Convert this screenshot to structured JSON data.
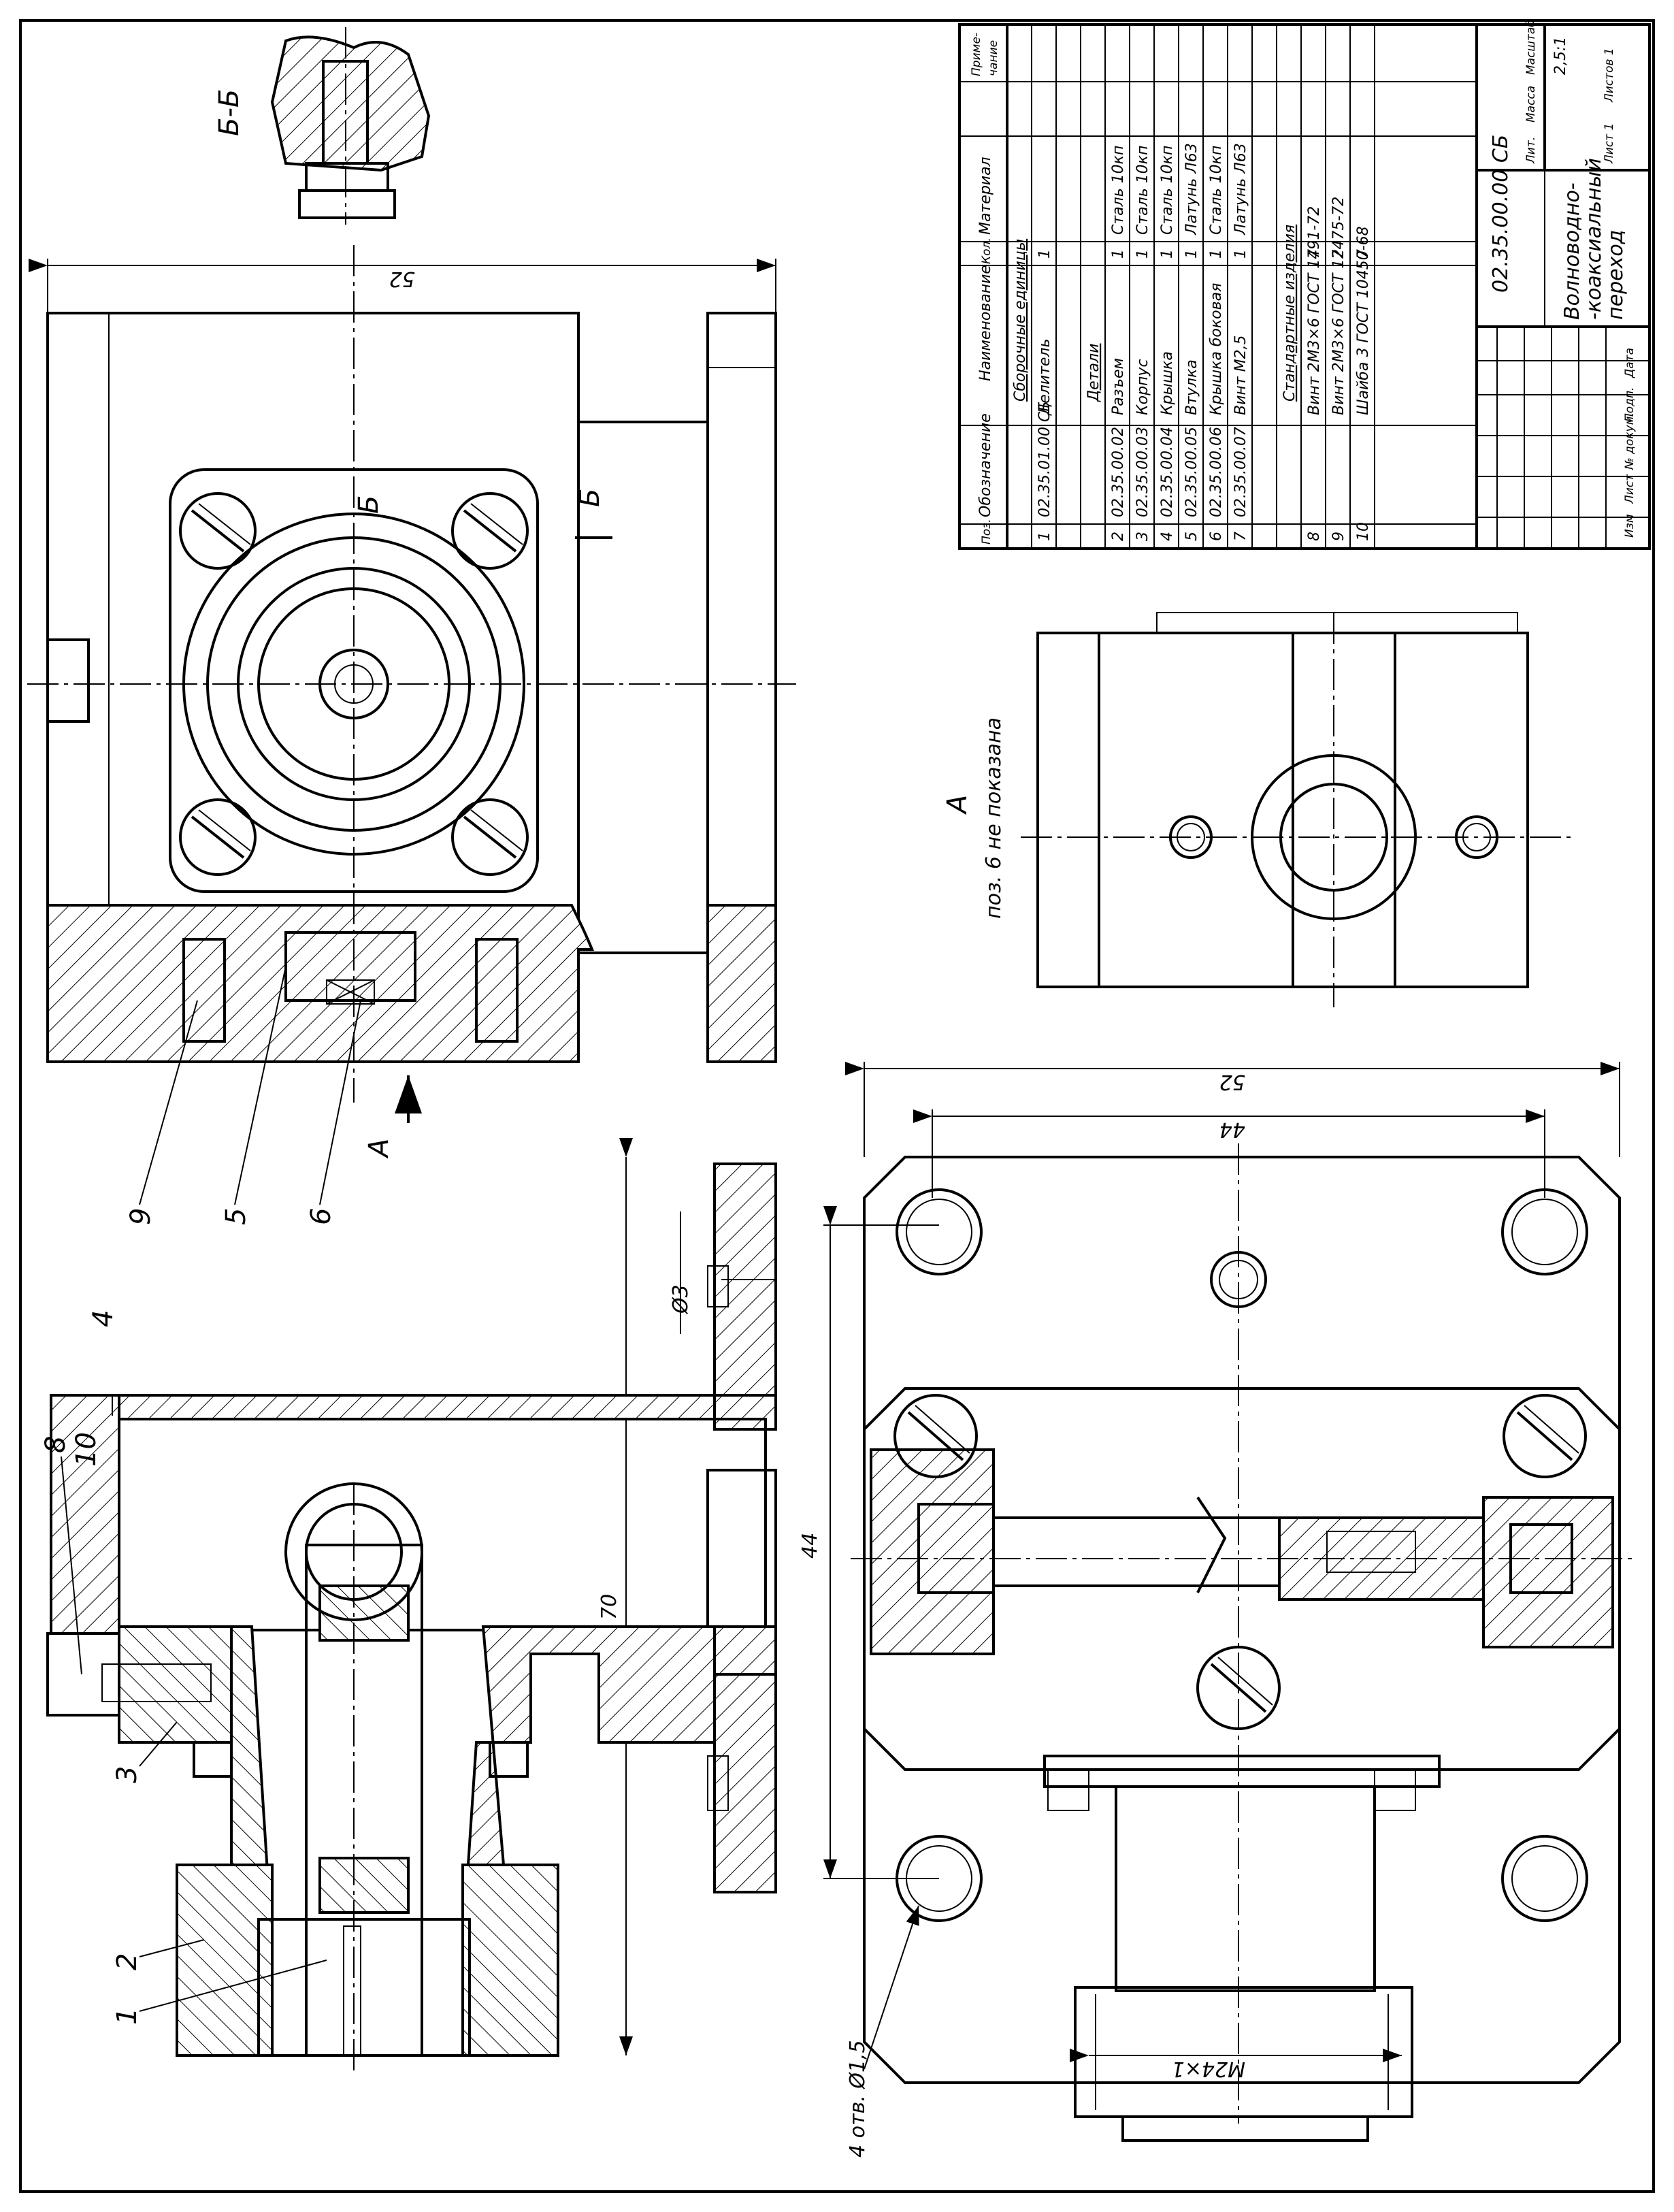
{
  "views": {
    "section_bb": "Б-Б",
    "section_mark": "Б",
    "view_a_title": "А",
    "view_a_note": "поз. 6 не показана",
    "view_arrow": "А"
  },
  "dimensions": {
    "top_width": "52",
    "bottom_width": "52",
    "bottom_inner": "44",
    "vertical_44": "44",
    "height_70": "70",
    "hole_d3": "Ø3",
    "holes_note": "4 отв. Ø1,5",
    "thread": "M24×1"
  },
  "leaders": [
    "1",
    "2",
    "3",
    "4",
    "5",
    "6",
    "8",
    "9",
    "10"
  ],
  "spec": {
    "header": {
      "pos": "Поз.",
      "designation": "Обозначение",
      "name": "Наименование",
      "qty": "Кол.",
      "material": "Материал",
      "note": "Приме-\nчание"
    },
    "rows": [
      {
        "pos": "",
        "designation": "",
        "name": "Сборочные единицы",
        "qty": "",
        "material": "",
        "heading": true
      },
      {
        "pos": "1",
        "designation": "02.35.01.00 СБ",
        "name": "Делитель",
        "qty": "1",
        "material": ""
      },
      {
        "pos": "",
        "designation": "",
        "name": "",
        "qty": "",
        "material": ""
      },
      {
        "pos": "",
        "designation": "",
        "name": "Детали",
        "qty": "",
        "material": "",
        "heading": true
      },
      {
        "pos": "2",
        "designation": "02.35.00.02",
        "name": "Разъем",
        "qty": "1",
        "material": "Сталь 10кп"
      },
      {
        "pos": "3",
        "designation": "02.35.00.03",
        "name": "Корпус",
        "qty": "1",
        "material": "Сталь 10кп"
      },
      {
        "pos": "4",
        "designation": "02.35.00.04",
        "name": "Крышка",
        "qty": "1",
        "material": "Сталь 10кп"
      },
      {
        "pos": "5",
        "designation": "02.35.00.05",
        "name": "Втулка",
        "qty": "1",
        "material": "Латунь Л63"
      },
      {
        "pos": "6",
        "designation": "02.35.00.06",
        "name": "Крышка боковая",
        "qty": "1",
        "material": "Сталь 10кп"
      },
      {
        "pos": "7",
        "designation": "02.35.00.07",
        "name": "Винт М2,5",
        "qty": "1",
        "material": "Латунь Л63"
      },
      {
        "pos": "",
        "designation": "",
        "name": "",
        "qty": "",
        "material": ""
      },
      {
        "pos": "",
        "designation": "",
        "name": "Стандартные изделия",
        "qty": "",
        "material": "",
        "heading": true
      },
      {
        "pos": "8",
        "designation": "",
        "name": "Винт 2М3×6 ГОСТ 1491-72",
        "qty": "7",
        "material": ""
      },
      {
        "pos": "9",
        "designation": "",
        "name": "Винт 2М3×6 ГОСТ 17475-72",
        "qty": "2",
        "material": ""
      },
      {
        "pos": "10",
        "designation": "",
        "name": "Шайба 3 ГОСТ 10450-68",
        "qty": "7",
        "material": ""
      }
    ],
    "title_block": {
      "code": "02.35.00.00 СБ",
      "title_lines": [
        "Волноводно-",
        "-коаксиальный",
        "переход"
      ],
      "lit": "Лит.",
      "mass": "Масса",
      "scale_label": "Масштаб",
      "scale": "2,5:1",
      "sheet": "Лист 1",
      "sheets": "Листов 1",
      "rev_cols": [
        "Изм",
        "Лист",
        "№ докум.",
        "Подп.",
        "Дата"
      ]
    }
  }
}
